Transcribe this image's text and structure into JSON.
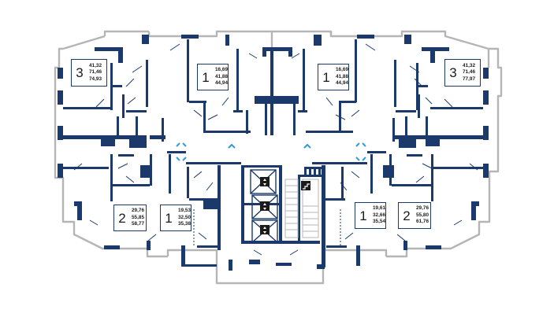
{
  "colors": {
    "wall": "#1b3a6b",
    "outline": "#b5b5b5",
    "accent": "#2f9bd8",
    "background": "#ffffff"
  },
  "apartments": [
    {
      "id": "apt-top-left",
      "rooms": "3",
      "areas": [
        "41,32",
        "71,46",
        "74,93"
      ]
    },
    {
      "id": "apt-top-center-left",
      "rooms": "1",
      "areas": [
        "16,69",
        "41,88",
        "44,94"
      ]
    },
    {
      "id": "apt-top-center-right",
      "rooms": "1",
      "areas": [
        "16,69",
        "41,88",
        "44,94"
      ]
    },
    {
      "id": "apt-top-right",
      "rooms": "3",
      "areas": [
        "41,32",
        "71,46",
        "77,97"
      ]
    },
    {
      "id": "apt-bottom-left",
      "rooms": "2",
      "areas": [
        "29,76",
        "55,85",
        "58,77"
      ]
    },
    {
      "id": "apt-bottom-center-left",
      "rooms": "1",
      "areas": [
        "19,53",
        "32,50",
        "35,38"
      ]
    },
    {
      "id": "apt-bottom-center-right",
      "rooms": "1",
      "areas": [
        "19,61",
        "32,66",
        "35,54"
      ]
    },
    {
      "id": "apt-bottom-right",
      "rooms": "2",
      "areas": [
        "29,76",
        "55,80",
        "61,76"
      ]
    }
  ],
  "icons": {
    "elevator": "elevator-icon",
    "stairs": "stairs-icon",
    "entrance": "entrance-arrow-icon"
  }
}
